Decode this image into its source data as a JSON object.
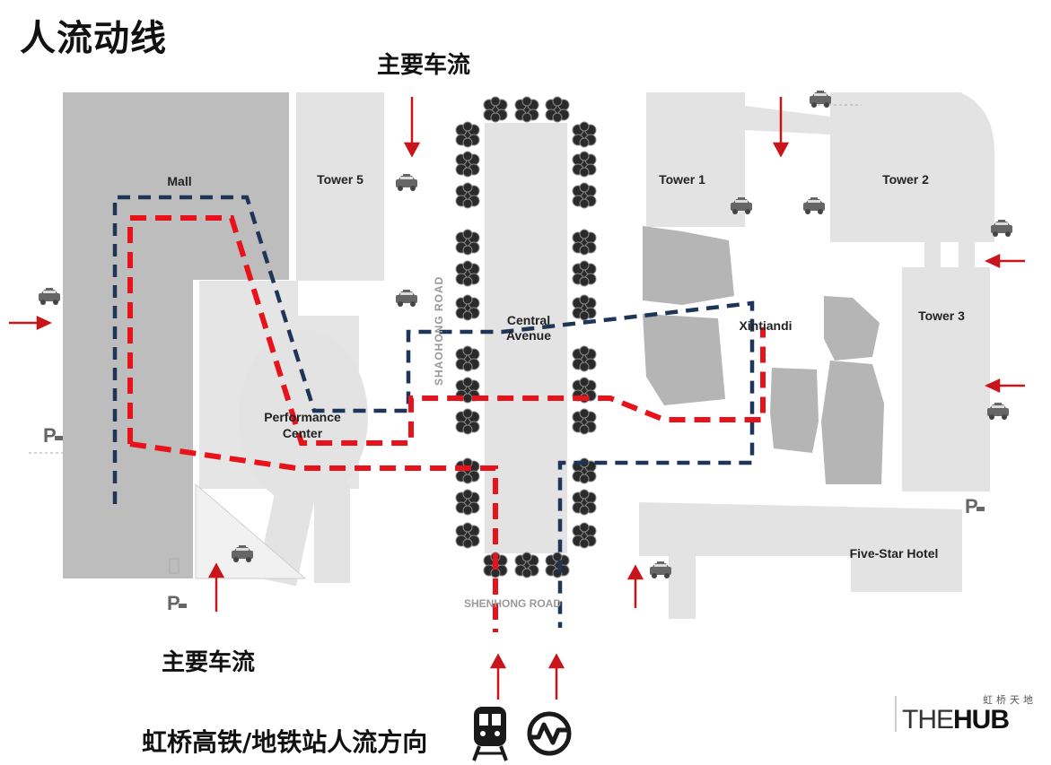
{
  "title": "人流动线",
  "flow_labels": {
    "top": "主要车流",
    "bottom_left": "主要车流"
  },
  "station_label": "虹桥高铁/地铁站人流方向",
  "buildings": {
    "mall": "Mall",
    "tower5": "Tower 5",
    "tower1": "Tower 1",
    "tower2": "Tower 2",
    "tower3": "Tower 3",
    "performance_center_line1": "Performance",
    "performance_center_line2": "Center",
    "central_avenue_line1": "Central",
    "central_avenue_line2": "Avenue",
    "xintiandi": "Xintiandi",
    "five_star_hotel": "Five-Star Hotel"
  },
  "roads": {
    "shaohong": "SHAOHONG ROAD",
    "shenhong": "SHENHONG ROAD"
  },
  "parking_symbol": "P",
  "logo": {
    "subtitle": "虹桥天地",
    "the": "THE",
    "hub": "HUB"
  },
  "colors": {
    "red_route": "#e8121a",
    "blue_route": "#1f3557",
    "arrow": "#c8141b",
    "building_light": "#e3e3e3",
    "building_dark": "#bdbdbd",
    "building_mid": "#b5b5b5"
  },
  "icons": [
    "taxi-icon",
    "train-icon",
    "metro-icon",
    "parking-icon",
    "tree-icon",
    "flow-arrow-icon"
  ]
}
